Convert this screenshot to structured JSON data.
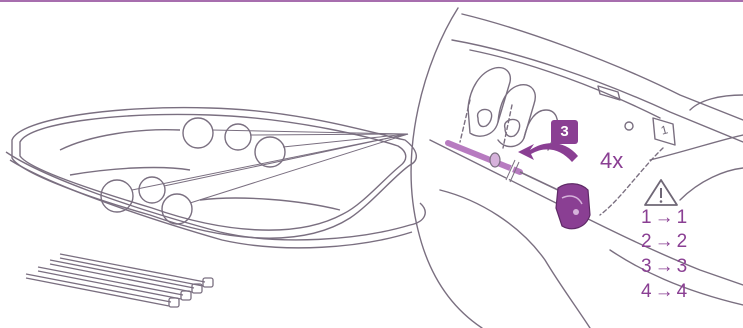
{
  "instruction": {
    "step_number": "3",
    "repeat": "4x",
    "mapping": [
      {
        "from": "1",
        "arrow": "→",
        "to": "1"
      },
      {
        "from": "2",
        "arrow": "→",
        "to": "2"
      },
      {
        "from": "3",
        "arrow": "→",
        "to": "3"
      },
      {
        "from": "4",
        "arrow": "→",
        "to": "4"
      }
    ],
    "frame_mark": "1"
  },
  "icons": {
    "warning": "warning-triangle-icon",
    "direction": "curved-arrow-icon"
  },
  "colors": {
    "accent": "#8a3f93",
    "line": "#7a6f80",
    "sketch": "#9a93a0",
    "highlight": "#b77bc0"
  }
}
